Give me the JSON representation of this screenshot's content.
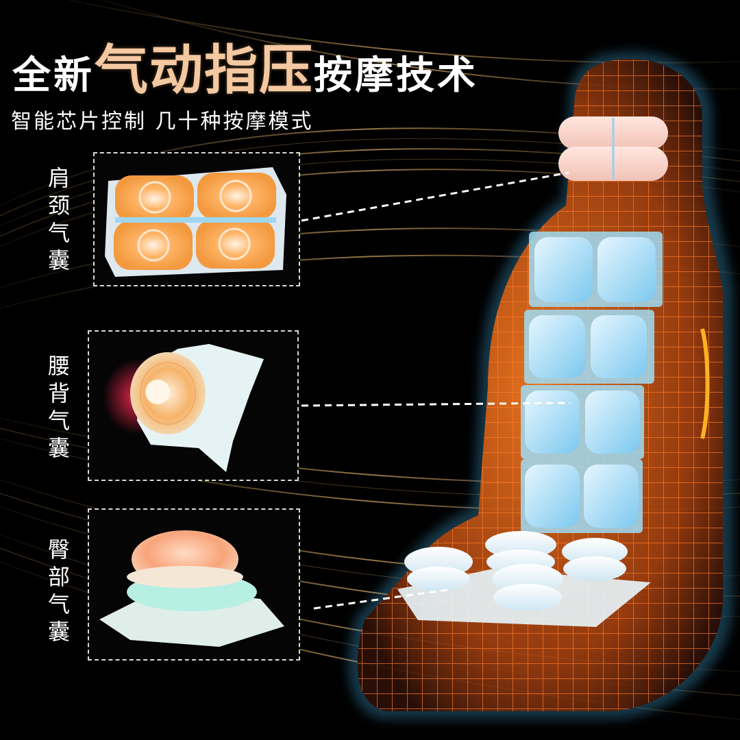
{
  "headline": {
    "part1": "全新",
    "highlight": "气动指压",
    "part2": "按摩技术"
  },
  "subline": "智能芯片控制 几十种按摩模式",
  "zones": {
    "shoulder_neck": "肩颈气囊",
    "lumbar_back": "腰背气囊",
    "hip": "臀部气囊"
  },
  "colors": {
    "accent": "#f4c8a0",
    "heat_orange": "#ff6a00",
    "airbag_blue": "#8fd4f2",
    "background": "#000000"
  }
}
